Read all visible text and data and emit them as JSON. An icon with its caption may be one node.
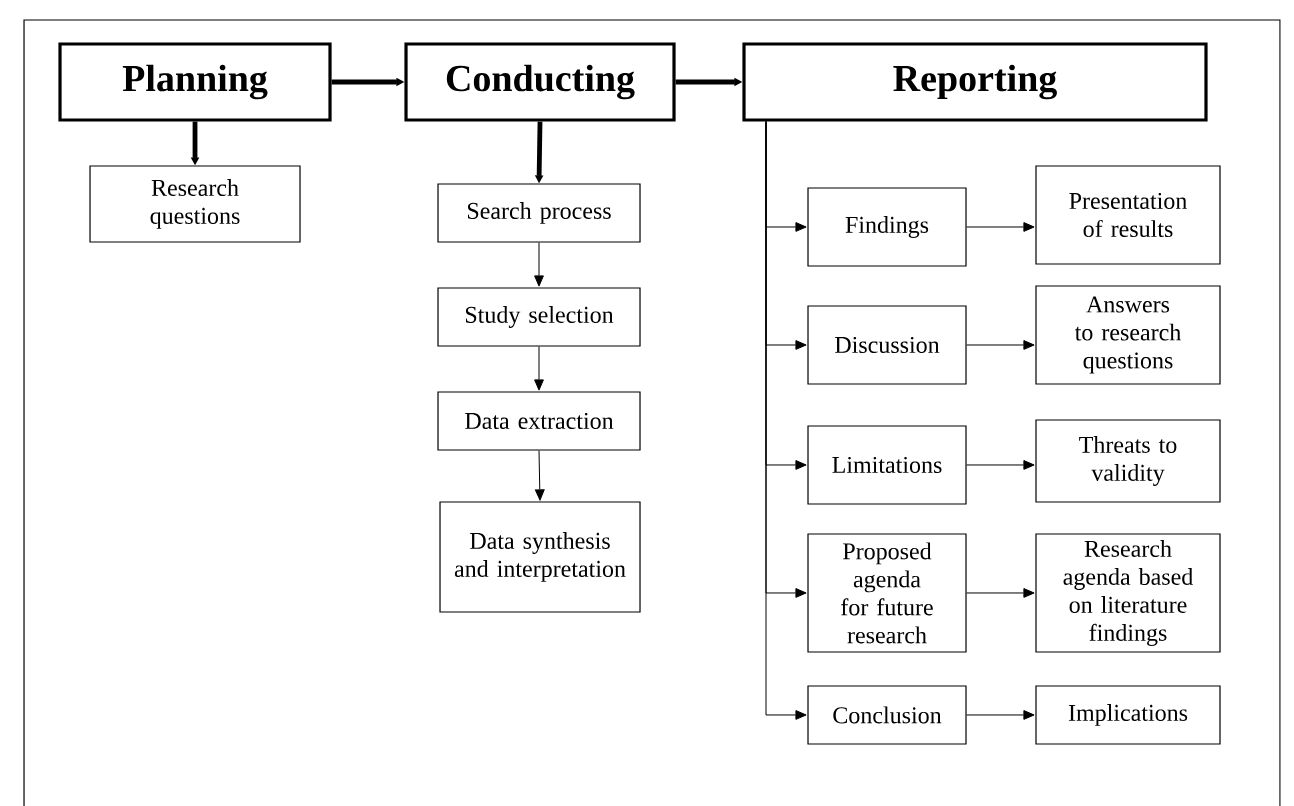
{
  "diagram": {
    "nodes": [
      {
        "text": [
          "Planning"
        ]
      },
      {
        "text": [
          "Conducting"
        ]
      },
      {
        "text": [
          "Reporting"
        ]
      },
      {
        "text": [
          "Research questions"
        ]
      },
      {
        "text": [
          "Search process"
        ]
      },
      {
        "text": [
          "Study selection"
        ]
      },
      {
        "text": [
          "Data extraction"
        ]
      },
      {
        "text": [
          "Data synthesis and interpretation"
        ]
      },
      {
        "text": [
          "Findings"
        ]
      },
      {
        "text": [
          "Presentation of results"
        ]
      },
      {
        "text": [
          "Discussion"
        ]
      },
      {
        "text": [
          "Answers to research questions"
        ]
      },
      {
        "text": [
          "Limitations"
        ]
      },
      {
        "text": [
          "Threats to validity"
        ]
      },
      {
        "text": [
          "Proposed agenda for future research"
        ]
      },
      {
        "text": [
          "Research agenda based on literature findings"
        ]
      },
      {
        "text": [
          "Conclusion"
        ]
      },
      {
        "text": [
          "Implications"
        ]
      }
    ],
    "edges": [
      {
        "from": 0,
        "to": 1,
        "arrow": "to",
        "style": "thick"
      },
      {
        "from": 1,
        "to": 2,
        "arrow": "to",
        "style": "thick"
      },
      {
        "from": 0,
        "to": 3,
        "arrow": "to",
        "style": "thick"
      },
      {
        "from": 1,
        "to": 4,
        "arrow": "to",
        "style": "thick"
      },
      {
        "from": 4,
        "to": 5,
        "arrow": "to"
      },
      {
        "from": 5,
        "to": 6,
        "arrow": "to"
      },
      {
        "from": 6,
        "to": 7,
        "arrow": "to"
      },
      {
        "from": 2,
        "to": 8,
        "arrow": "to"
      },
      {
        "from": 2,
        "to": 10,
        "arrow": "to"
      },
      {
        "from": 2,
        "to": 12,
        "arrow": "to"
      },
      {
        "from": 2,
        "to": 14,
        "arrow": "to"
      },
      {
        "from": 2,
        "to": 16,
        "arrow": "to"
      },
      {
        "from": 8,
        "to": 9,
        "arrow": "to"
      },
      {
        "from": 10,
        "to": 11,
        "arrow": "to"
      },
      {
        "from": 12,
        "to": 13,
        "arrow": "to"
      },
      {
        "from": 14,
        "to": 15,
        "arrow": "to"
      },
      {
        "from": 16,
        "to": 17,
        "arrow": "to"
      }
    ]
  }
}
